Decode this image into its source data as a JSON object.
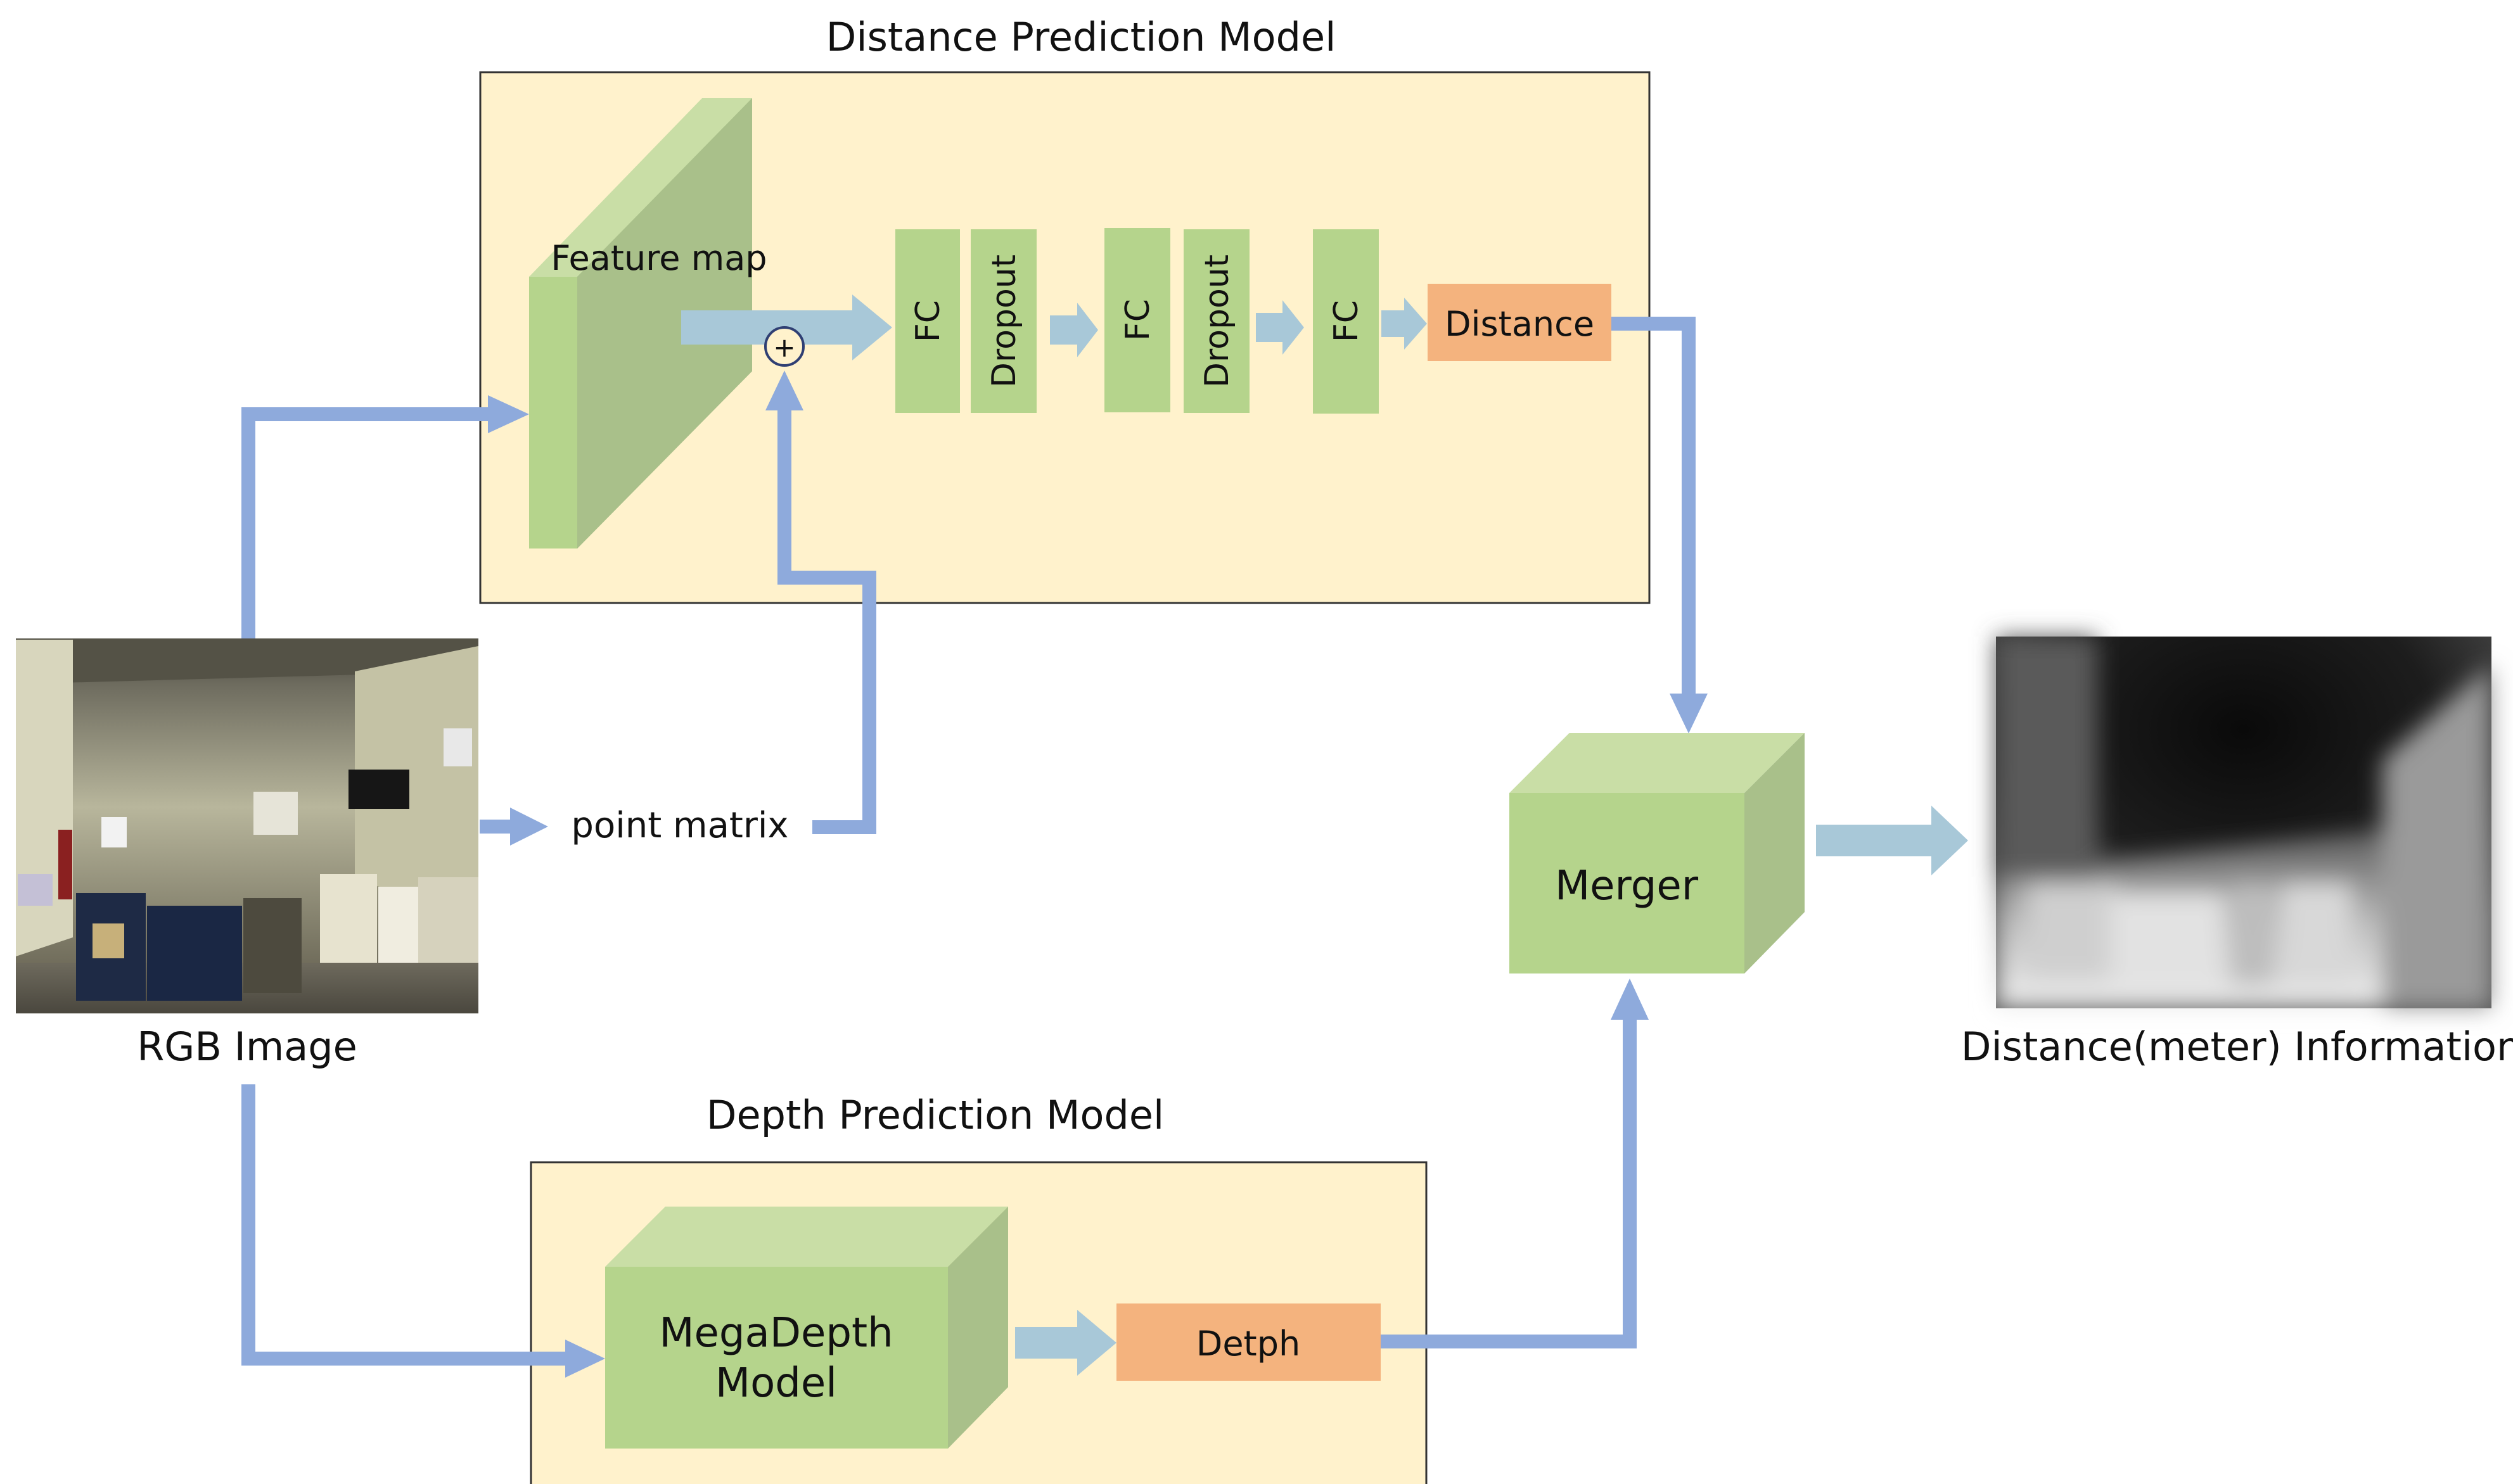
{
  "distance_model": {
    "title": "Distance Prediction Model",
    "feature_map": "Feature map",
    "layers": [
      "FC",
      "Dropout",
      "FC",
      "Dropout",
      "FC"
    ],
    "sum_symbol": "+",
    "output": "Distance"
  },
  "depth_model": {
    "title": "Depth Prediction Model",
    "block_line1": "MegaDepth",
    "block_line2": "Model",
    "output": "Detph"
  },
  "inputs": {
    "rgb_label": "RGB Image",
    "point_matrix": "point matrix"
  },
  "merger": {
    "label": "Merger"
  },
  "result": {
    "label": "Distance(meter) Information"
  },
  "colors": {
    "panel_fill": "#fff2cc",
    "green_front": "#b5d48c",
    "green_top": "#c9dea6",
    "green_side": "#a9c08a",
    "orange": "#f4b37e",
    "arrow_blue": "#8eaadc",
    "arrow_lightblue": "#a8c8d8"
  }
}
